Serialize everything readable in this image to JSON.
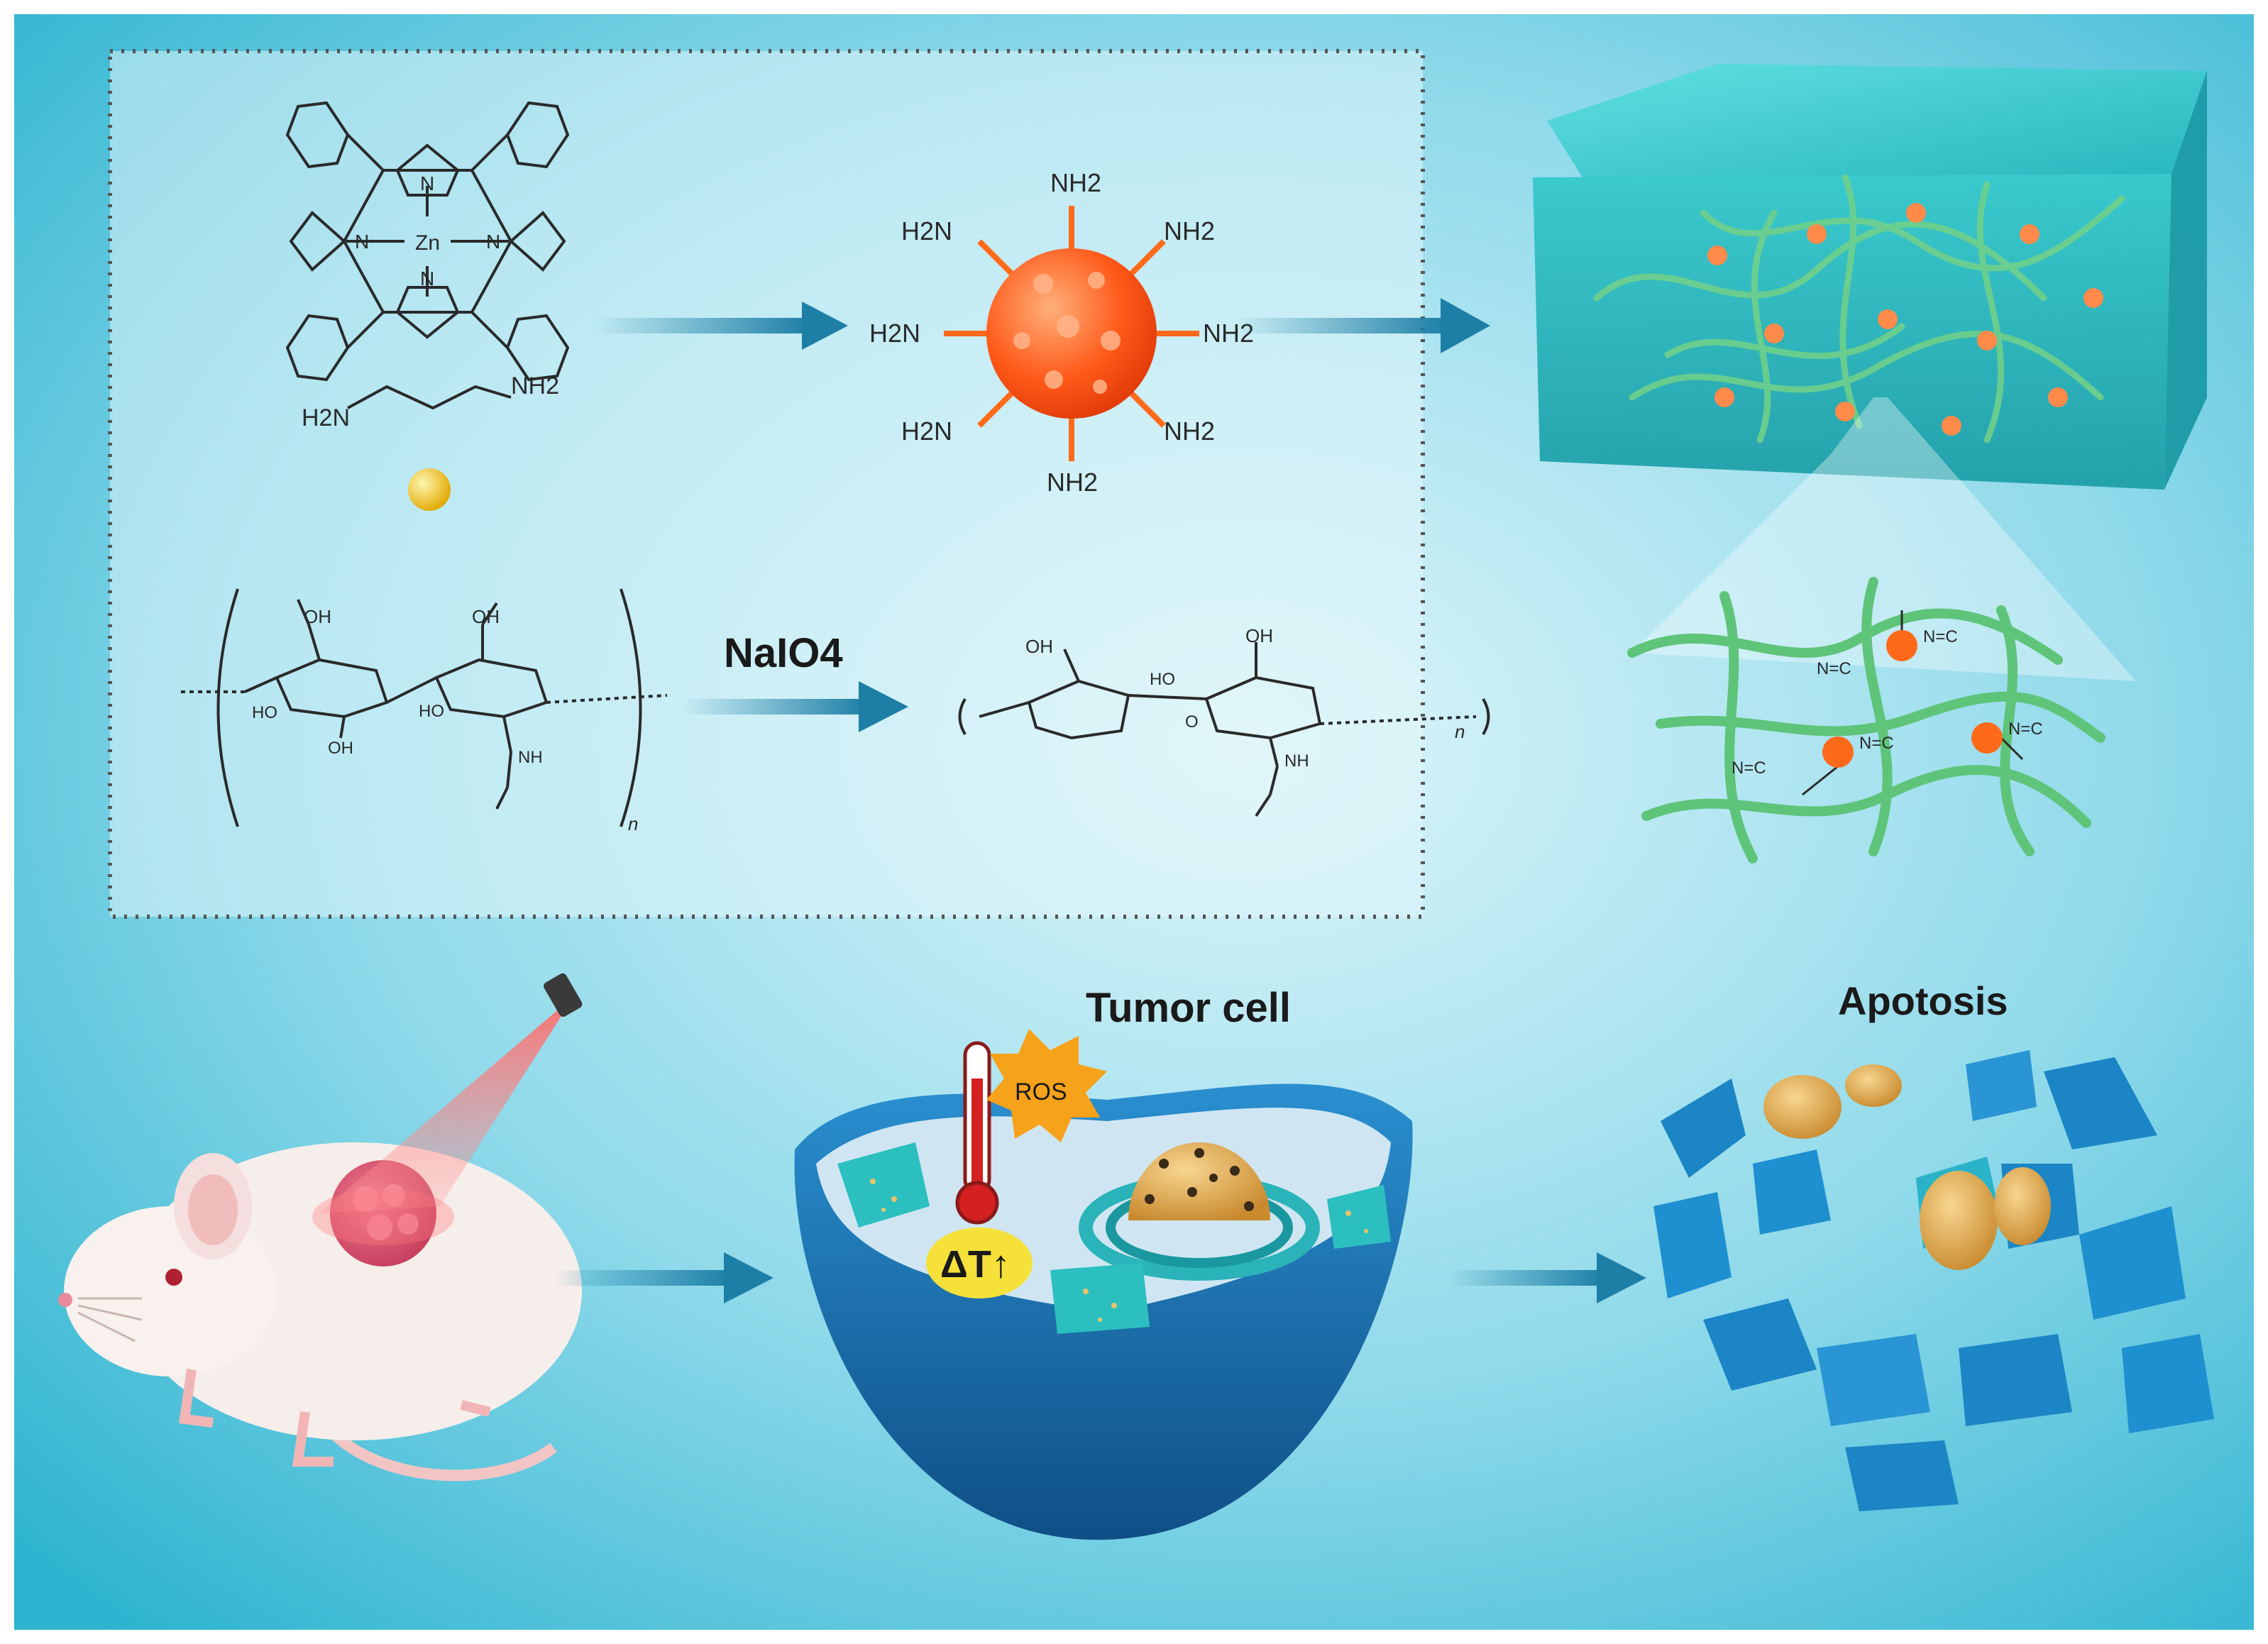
{
  "labels": {
    "nh2": "NH2",
    "h2n": "H2N",
    "zn": "Zn",
    "n": "N",
    "naio4": "NaIO4",
    "tumor_cell": "Tumor  cell",
    "apotosis": "Apotosis",
    "ros": "ROS",
    "delta_t": "ΔT↑",
    "oh": "OH",
    "ho": "HO",
    "nh": "NH",
    "o": "O",
    "n_sub": "n",
    "crosslink": "N=C"
  },
  "colors": {
    "background_top": "#37b9d3",
    "background_bottom": "#a7e4f0",
    "panel": "#d8f3f8",
    "arrow": "#1e7fa6",
    "nanoparticle": "#ff5a1a",
    "hydrogel": "#31c8c8",
    "polymer": "#5ec47a",
    "cell": "#1f78b4",
    "nucleus": "#e7b85a",
    "ros_star": "#f7a21b",
    "laser": "#f05a5a"
  }
}
